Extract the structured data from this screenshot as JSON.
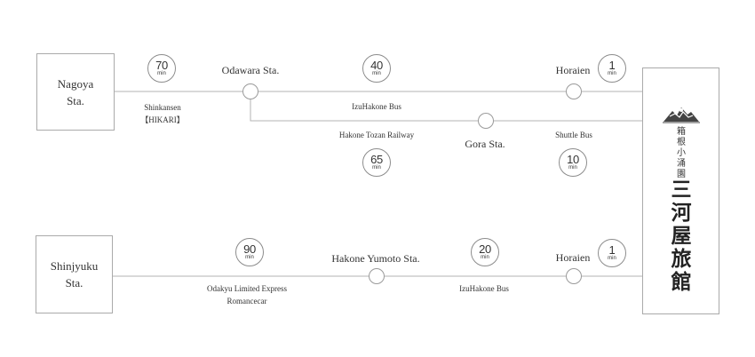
{
  "origins": {
    "nagoya": {
      "lines": [
        "Nagoya",
        "Sta."
      ]
    },
    "shinjyuku": {
      "lines": [
        "Shinjyuku",
        "Sta."
      ]
    }
  },
  "stations": {
    "odawara": "Odawara Sta.",
    "horaien_upper": "Horaien",
    "gora": "Gora Sta.",
    "hakone_yumoto": "Hakone Yumoto Sta.",
    "horaien_lower": "Horaien"
  },
  "routes": {
    "shinkansen": {
      "lines": [
        "Shinkansen",
        "【HIKARI】"
      ]
    },
    "izuhakone_bus_upper": "IzuHakone Bus",
    "hakone_tozan_railway": "Hakone Tozan Railway",
    "shuttle_bus": "Shuttle Bus",
    "odakyu_express": {
      "lines": [
        "Odakyu Limited Express",
        "Romancecar"
      ]
    },
    "izuhakone_bus_lower": "IzuHakone Bus"
  },
  "durations": {
    "unit": "min",
    "shinkansen": "70",
    "izuhakone_bus_upper": "40",
    "horaien_walk_upper": "1",
    "hakone_tozan_railway": "65",
    "shuttle_bus": "10",
    "odakyu_express": "90",
    "izuhakone_bus_lower": "20",
    "horaien_walk_lower": "1"
  },
  "destination": {
    "subtitle_chars": [
      "箱",
      "根",
      "小",
      "涌",
      "園"
    ],
    "name_chars": [
      "三",
      "河",
      "屋",
      "旅",
      "館"
    ]
  },
  "colors": {
    "line": "#b3b3b3",
    "box_border": "#aaaaaa",
    "text": "#333333"
  }
}
